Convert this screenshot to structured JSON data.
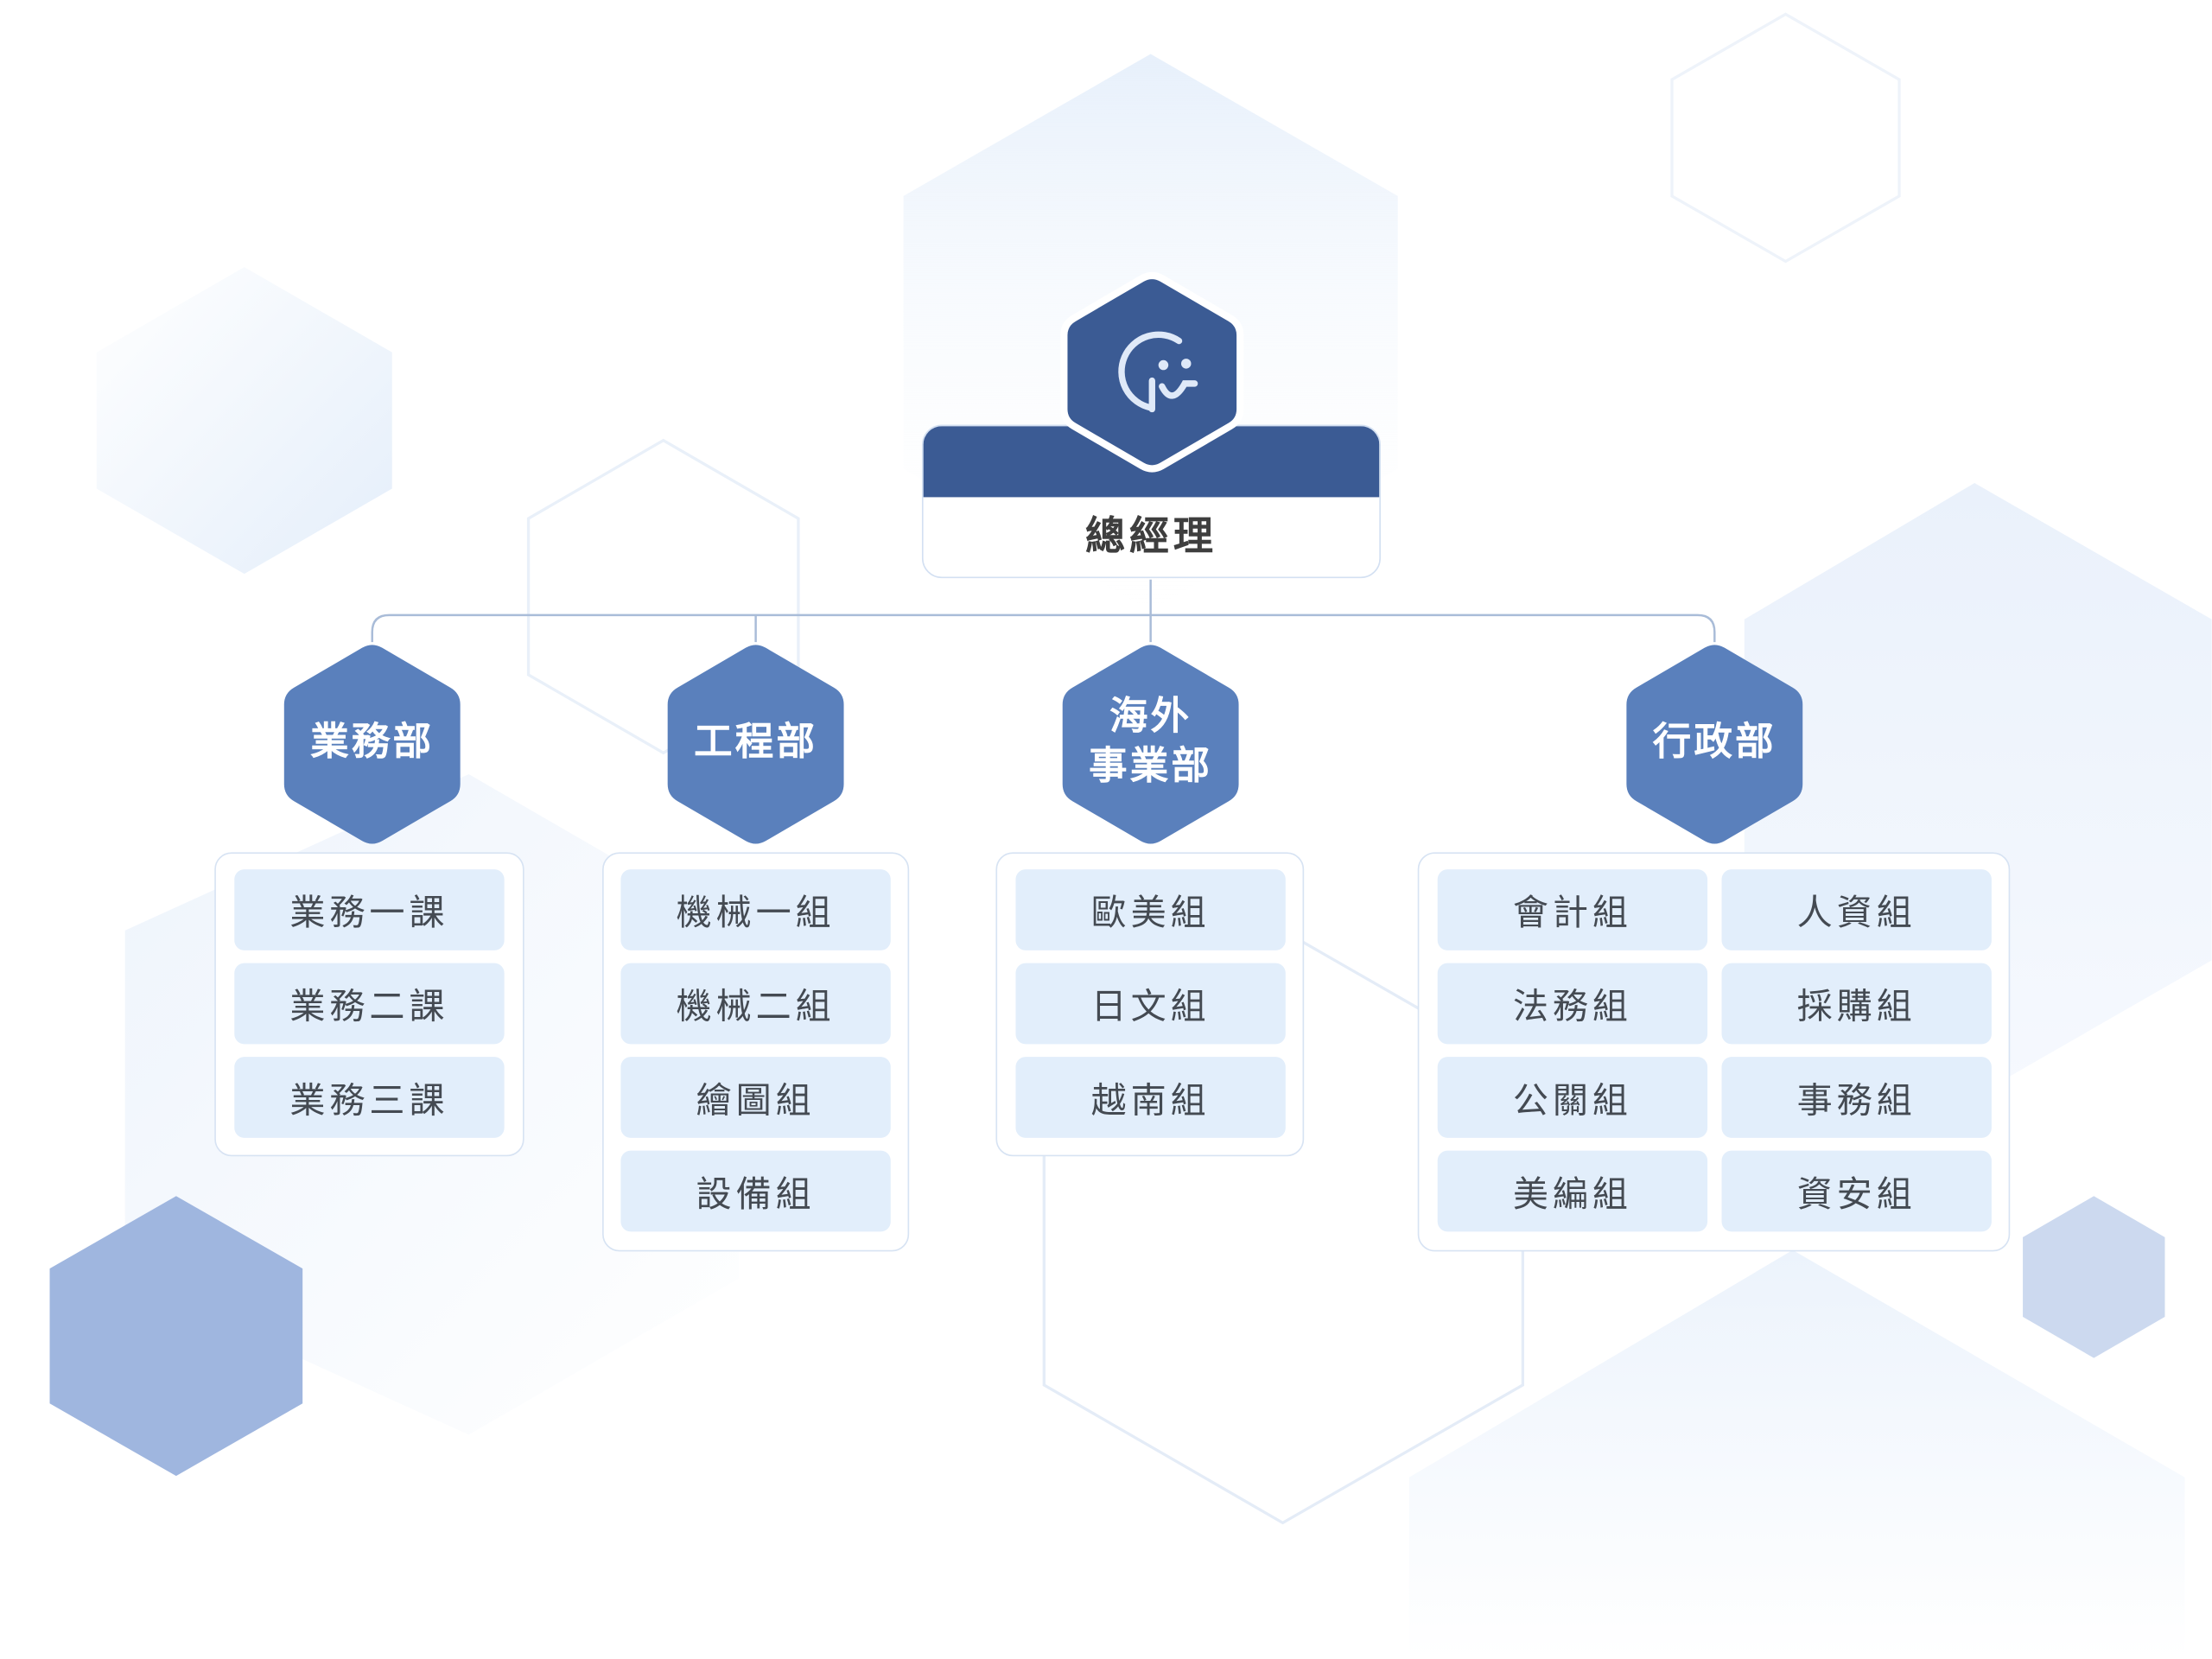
{
  "general_manager": {
    "title": "總經理"
  },
  "departments": [
    {
      "name": "業務部",
      "units": [
        "業務一課",
        "業務二課",
        "業務三課"
      ]
    },
    {
      "name": "工程部",
      "units": [
        "機械一組",
        "機械二組",
        "繪圖組",
        "設備組"
      ]
    },
    {
      "name_line1": "海外",
      "name_line2": "事業部",
      "units": [
        "歐美組",
        "日文組",
        "越南組"
      ]
    },
    {
      "name": "行政部",
      "units_left": [
        "會計組",
        "法務組",
        "公關組",
        "美編組"
      ],
      "units_right": [
        "人資組",
        "採購組",
        "事務組",
        "資安組"
      ]
    }
  ],
  "colors": {
    "primary_dark": "#3b5b94",
    "dept_hex": "#5a80bc",
    "unit_fill": "#e2eefb",
    "connector": "#a9bcd8"
  },
  "icons": {
    "logo": "company-logo-icon"
  }
}
